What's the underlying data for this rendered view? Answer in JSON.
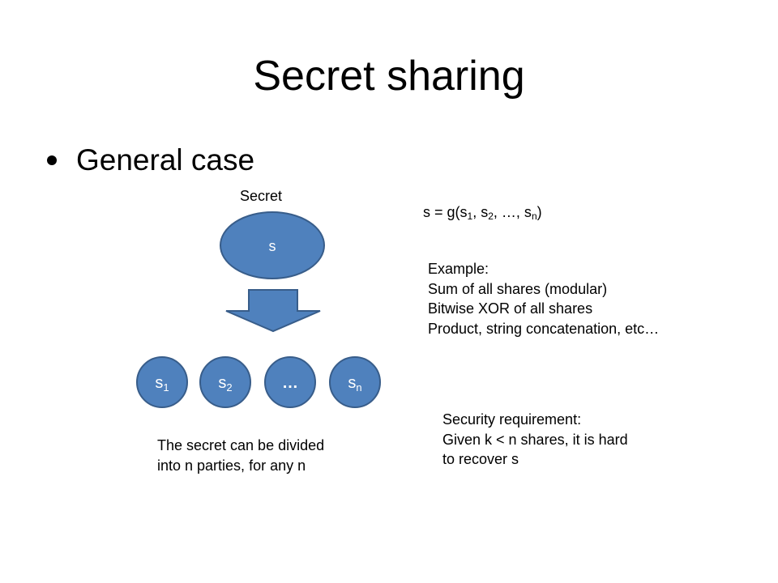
{
  "slide": {
    "title": "Secret sharing",
    "bullet": "General case"
  },
  "diagram": {
    "secret_label": "Secret",
    "secret_node": "s",
    "share_nodes": [
      {
        "base": "s",
        "sub": "1"
      },
      {
        "base": "s",
        "sub": "2"
      },
      {
        "base": "…",
        "sub": ""
      },
      {
        "base": "s",
        "sub": "n"
      }
    ],
    "divided_lines": [
      "The secret can be divided",
      "into n parties, for any n"
    ]
  },
  "formula": {
    "prefix": "s = g(s",
    "subs": [
      "1",
      "2",
      "n"
    ],
    "sep1": ", s",
    "sep2": ", …, s",
    "suffix": ")"
  },
  "example": {
    "lines": [
      "Example:",
      "Sum of all shares (modular)",
      "Bitwise XOR of all shares",
      "Product, string concatenation, etc…"
    ]
  },
  "security": {
    "lines": [
      "Security requirement:",
      "Given k < n shares, it is hard",
      "to recover s"
    ]
  },
  "colors": {
    "node_fill": "#4f81bd",
    "node_stroke": "#385d8a",
    "text": "#000000"
  }
}
